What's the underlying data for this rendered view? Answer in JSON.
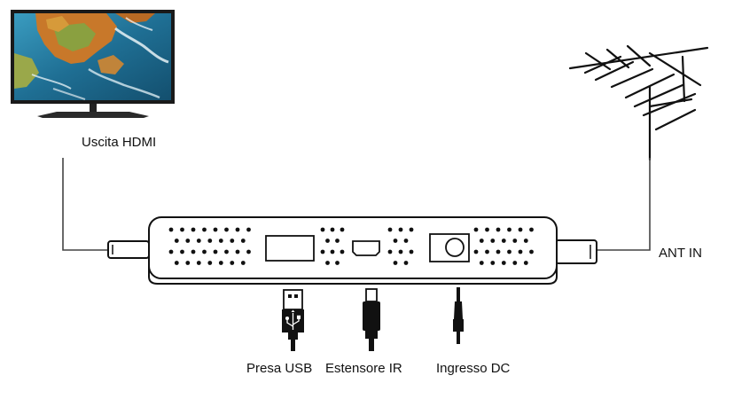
{
  "labels": {
    "hdmi_out": "Uscita HDMI",
    "ant_in": "ANT IN",
    "usb_port": "Presa USB",
    "ir_extender": "Estensore IR",
    "dc_input": "Ingresso DC"
  },
  "icons": {
    "tv": "television-icon",
    "antenna": "tv-antenna-icon",
    "usb": "usb-plug-icon",
    "ir": "ir-extender-plug-icon",
    "dc": "dc-jack-plug-icon"
  },
  "colors": {
    "line": "#111111",
    "wire": "#444444",
    "tv_frame": "#1a1a1a",
    "tv_sea": "#2a88a8",
    "tv_land": "#c8782a"
  }
}
